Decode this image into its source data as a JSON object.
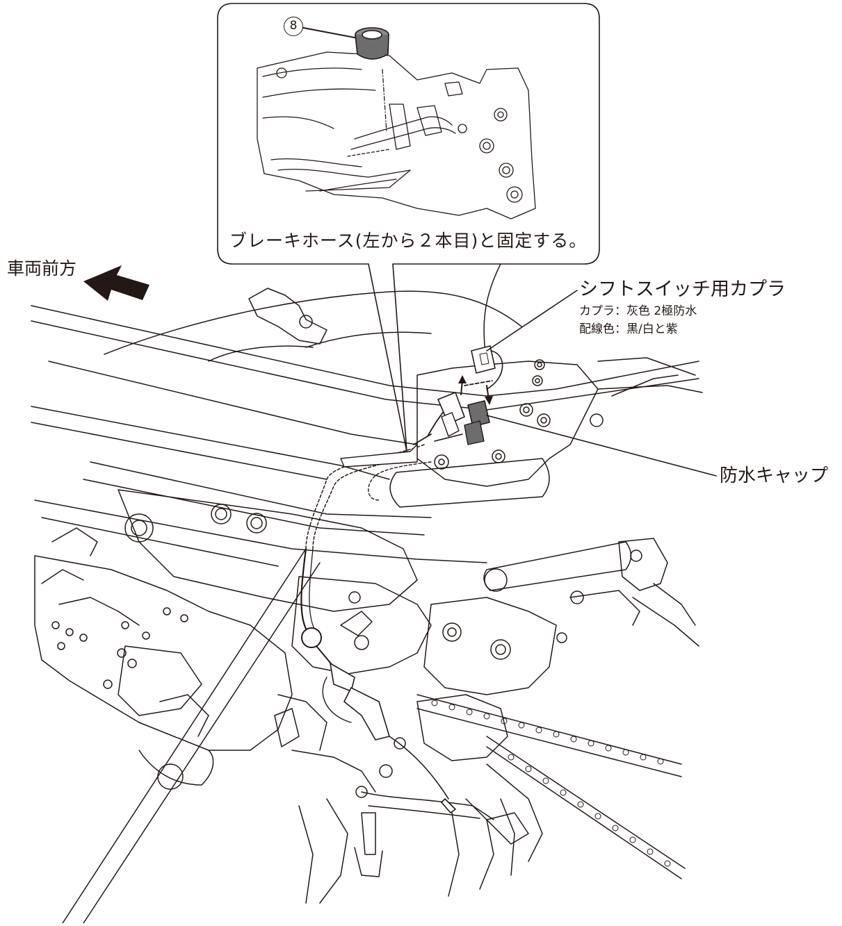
{
  "labels": {
    "vehicle_front": "車両前方",
    "callout_instruction": "ブレーキホース(左から２本目)と固定する。",
    "shift_switch_coupler": {
      "title": "シフトスイッチ用カプラ",
      "coupler_spec": "カプラ：灰色 2極防水",
      "wire_color": "配線色：黒/白と紫"
    },
    "waterproof_cap": "防水キャップ",
    "part_number": "8"
  },
  "colors": {
    "line": "#231815",
    "part_gray": "#6d6d6d",
    "background": "#ffffff"
  },
  "icons": [
    "front-direction-arrow-icon",
    "part-number-circle-icon"
  ]
}
